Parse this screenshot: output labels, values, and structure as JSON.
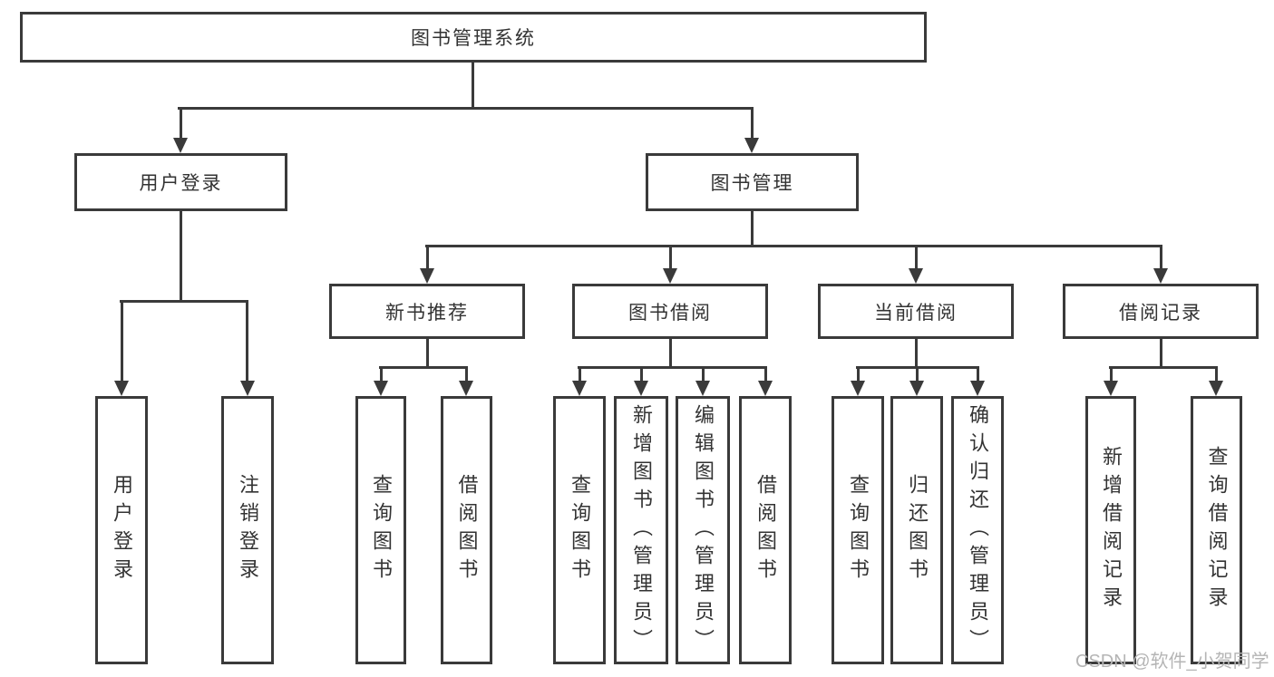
{
  "diagram": {
    "root": "图书管理系统",
    "level2": [
      "用户登录",
      "图书管理"
    ],
    "level3": [
      "新书推荐",
      "图书借阅",
      "当前借阅",
      "借阅记录"
    ],
    "leaves": {
      "user_login": [
        "用户登录",
        "注销登录"
      ],
      "new_books": [
        "查询图书",
        "借阅图书"
      ],
      "book_borrow": [
        "查询图书",
        "新增图书（管理员）",
        "编辑图书（管理员）",
        "借阅图书"
      ],
      "current_borrow": [
        "查询图书",
        "归还图书",
        "确认归还（管理员）"
      ],
      "borrow_records": [
        "新增借阅记录",
        "查询借阅记录"
      ]
    }
  },
  "watermark": "CSDN @软件_小贺同学",
  "colors": {
    "line": "#3a3a3a",
    "text": "#333333",
    "background": "#ffffff",
    "watermark": "#b5b5b5"
  }
}
